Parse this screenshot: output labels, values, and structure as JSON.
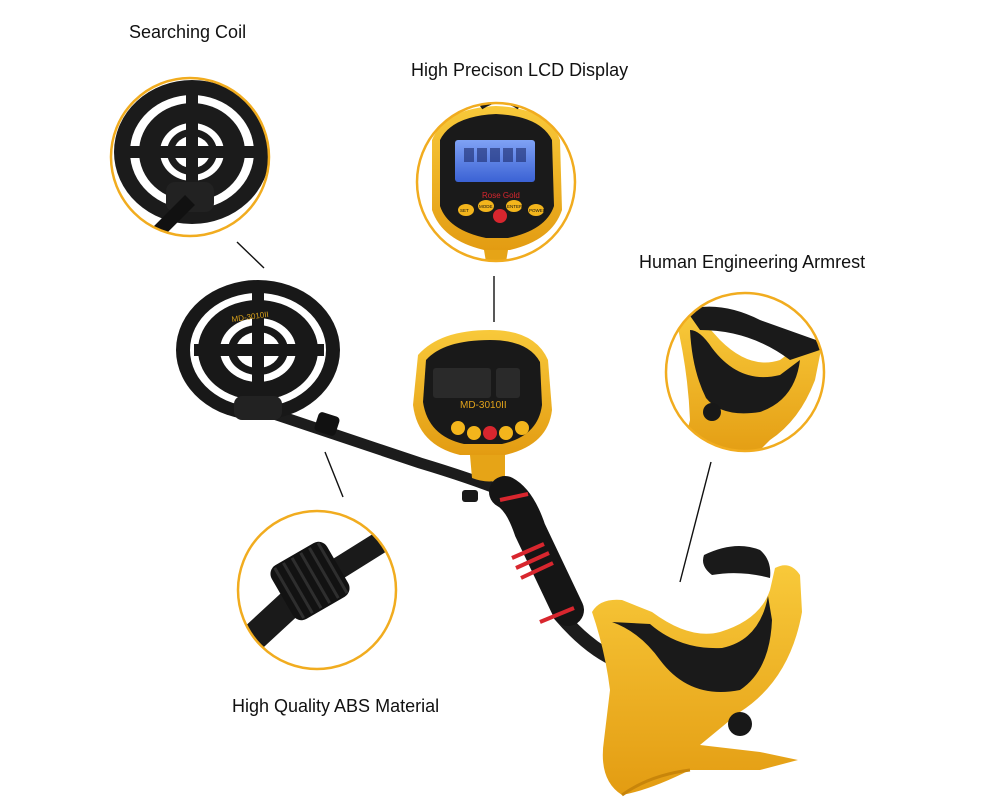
{
  "labels": {
    "coil": "Searching Coil",
    "lcd": "High Precison LCD Display",
    "armrest": "Human Engineering Armrest",
    "material": "High Quality ABS Material"
  },
  "device": {
    "model": "MD-3010II",
    "brand": "Rose Gold",
    "buttons": [
      "SET",
      "MODE",
      "ENTER",
      "POWER"
    ]
  },
  "colors": {
    "accent": "#f3b51c",
    "accent_dark": "#d08e0a",
    "body": "#161616",
    "grip_red": "#d8262e",
    "lcd": "#4d78e6"
  }
}
